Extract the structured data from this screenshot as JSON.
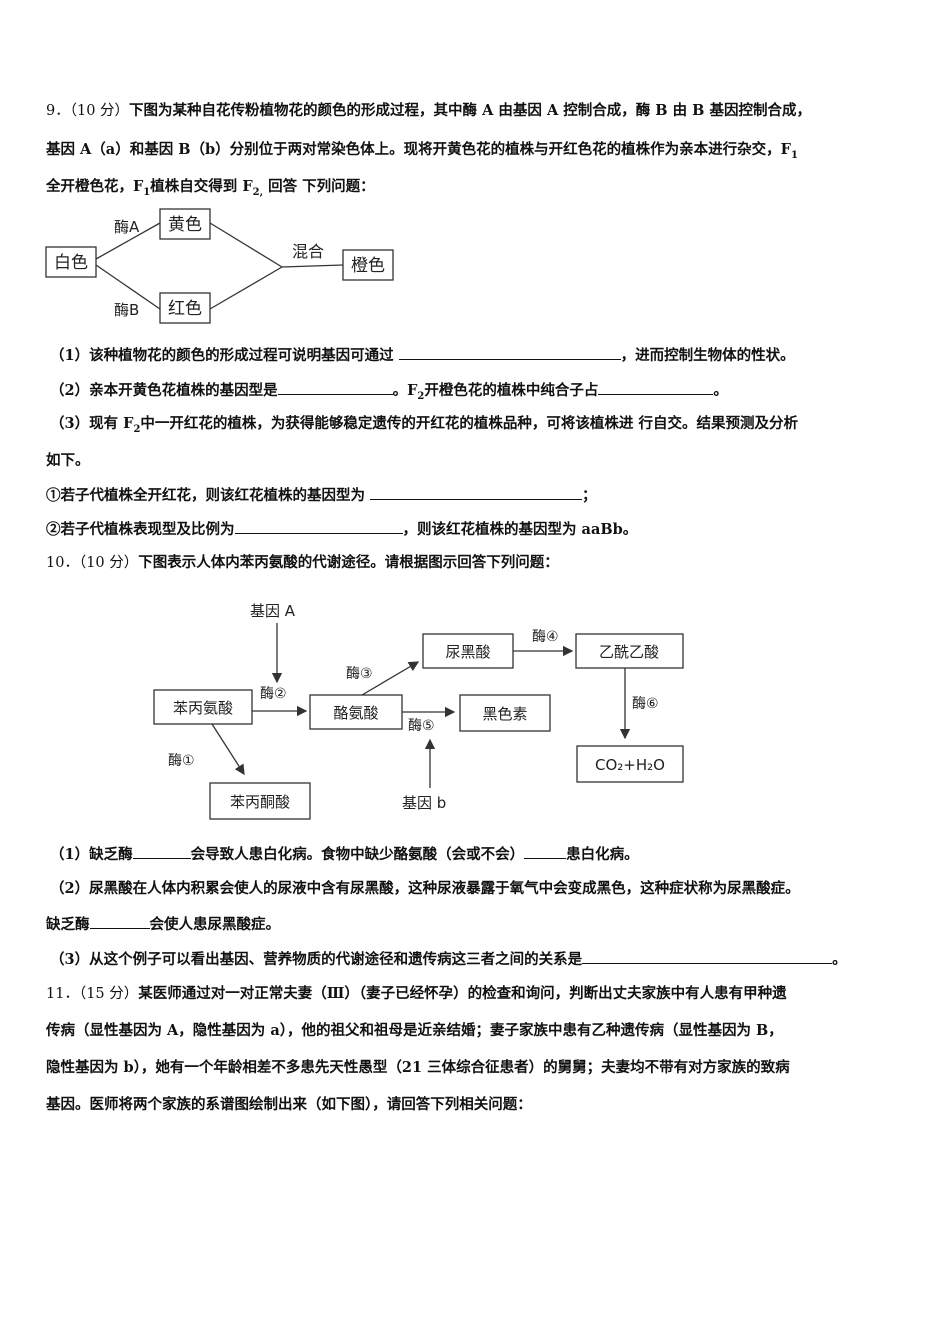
{
  "q9": {
    "number": "9．",
    "score": "（10 分）",
    "line1": "下图为某种自花传粉植物花的颜色的形成过程，其中酶 A 由基因 A 控制合成，酶 B 由 B 基因控制合成，",
    "line2": "基因 A（a）和基因 B（b）分别位于两对常染色体上。现将开黄色花的植株与开红色花的植株作为亲本进行杂交，F",
    "line2_sub": "1",
    "line3a": "全开橙色花，F",
    "line3_sub1": "1",
    "line3b": "植株自交得到 F",
    "line3_sub2": "2,",
    "line3c": " 回答 下列问题：",
    "diagram": {
      "white": "白色",
      "enzyme_a": "酶A",
      "yellow": "黄色",
      "enzyme_b": "酶B",
      "red": "红色",
      "mix": "混合",
      "orange": "橙色"
    },
    "p1a": "（1）该种植物花的颜色的形成过程可说明基因可通过 ",
    "p1b": "，进而控制生物体的性状。",
    "p2a": "（2）亲本开黄色花植株的基因型是",
    "p2b": "。F",
    "p2_sub": "2",
    "p2c": "开橙色花的植株中纯合子占",
    "p2d": "。",
    "p3a": "（3）现有 F",
    "p3_sub": "2",
    "p3b": "中一开红花的植株，为获得能够稳定遗传的开红花的植株品种，可将该植株进 行自交。结果预测及分析",
    "p3c": "如下。",
    "p4a": "①若子代植株全开红花，则该红花植株的基因型为 ",
    "p4b": "；",
    "p5a": "②若子代植株表现型及比例为",
    "p5b": "，则该红花植株的基因型为 aaBb。"
  },
  "q10": {
    "number": "10．",
    "score": "（10 分）",
    "intro": "下图表示人体内苯丙氨酸的代谢途径。请根据图示回答下列问题：",
    "diagram": {
      "gene_a": "基因 A",
      "phe": "苯丙氨酸",
      "enzyme1": "酶①",
      "enzyme2": "酶②",
      "enzyme3": "酶③",
      "enzyme4": "酶④",
      "enzyme5": "酶⑤",
      "enzyme6": "酶⑥",
      "tyr": "酪氨酸",
      "hga": "尿黑酸",
      "acetoacetate": "乙酰乙酸",
      "melanin": "黑色素",
      "ppa": "苯丙酮酸",
      "co2_h2o": "CO₂+H₂O",
      "gene_b": "基因 b"
    },
    "p1a": "（1）缺乏酶",
    "p1b": "会导致人患白化病。食物中缺少酪氨酸（会或不会）",
    "p1c": "患白化病。",
    "p2a": "（2）尿黑酸在人体内积累会使人的尿液中含有尿黑酸，这种尿液暴露于氧气中会变成黑色，这种症状称为尿黑酸症。",
    "p2b": "缺乏酶",
    "p2c": "会使人患尿黑酸症。",
    "p3a": "（3）从这个例子可以看出基因、营养物质的代谢途径和遗传病这三者之间的关系是",
    "p3b": "。"
  },
  "q11": {
    "number": "11．",
    "score": "（15 分）",
    "line1": "某医师通过对一对正常夫妻（Ⅲ）（妻子已经怀孕）的检查和询问，判断出丈夫家族中有人患有甲种遗",
    "line2": "传病（显性基因为 A，隐性基因为 a），他的祖父和祖母是近亲结婚；妻子家族中患有乙种遗传病（显性基因为 B，",
    "line3": "隐性基因为 b），她有一个年龄相差不多患先天性愚型（21 三体综合征患者）的舅舅；夫妻均不带有对方家族的致病",
    "line4": "基因。医师将两个家族的系谱图绘制出来（如下图），请回答下列相关问题："
  }
}
